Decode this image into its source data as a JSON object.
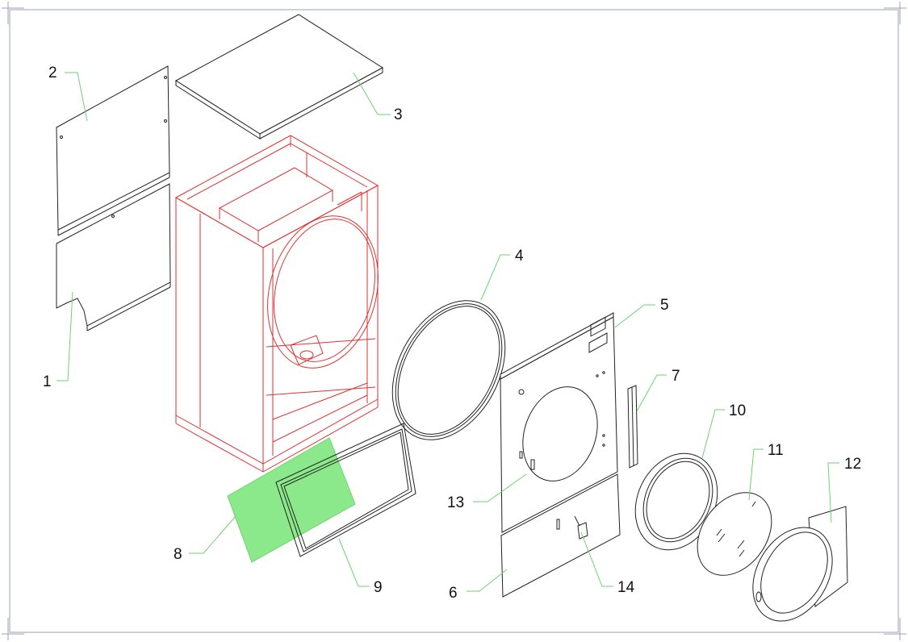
{
  "diagram": {
    "callouts": [
      {
        "id": "1",
        "text": "1"
      },
      {
        "id": "2",
        "text": "2"
      },
      {
        "id": "3",
        "text": "3"
      },
      {
        "id": "4",
        "text": "4"
      },
      {
        "id": "5",
        "text": "5"
      },
      {
        "id": "6",
        "text": "6"
      },
      {
        "id": "7",
        "text": "7"
      },
      {
        "id": "8",
        "text": "8"
      },
      {
        "id": "9",
        "text": "9"
      },
      {
        "id": "10",
        "text": "10"
      },
      {
        "id": "11",
        "text": "11"
      },
      {
        "id": "12",
        "text": "12"
      },
      {
        "id": "13",
        "text": "13"
      },
      {
        "id": "14",
        "text": "14"
      }
    ],
    "colors": {
      "cabinet": "#e03030",
      "leader": "#6fd36f",
      "highlight": "#8be98b",
      "linework": "#222222",
      "frame": "#9aa0b0"
    },
    "highlighted_part": "8"
  }
}
